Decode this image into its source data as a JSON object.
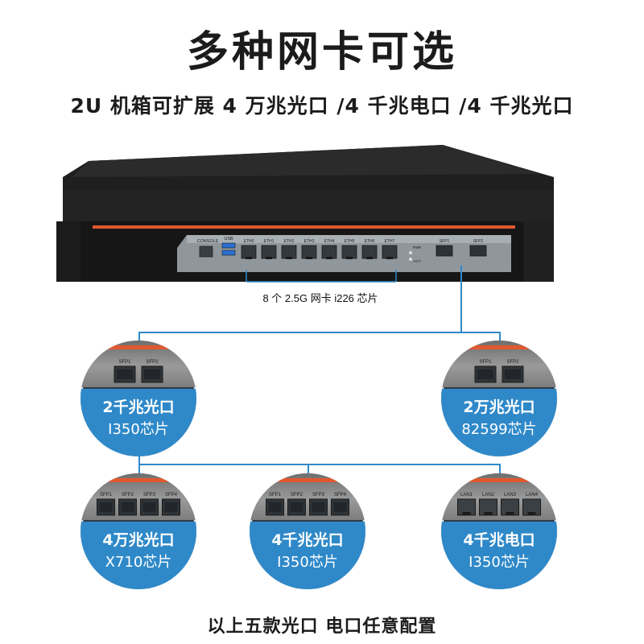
{
  "title": "多种网卡可选",
  "subtitle": "2U 机箱可扩展 4 万兆光口 /4 千兆电口 /4 千兆光口",
  "chip_note": "8 个 2.5G 网卡 i226 芯片",
  "footer": "以上五款光口 电口任意配置",
  "colors": {
    "accent_blue": "#2f89c9",
    "stripe_orange": "#e2582f",
    "chassis_dark": "#2a2a2a"
  },
  "front_panel": {
    "console": "CONSOLE",
    "usb": "USB",
    "eth_ports": [
      "ETH0",
      "ETH1",
      "ETH2",
      "ETH3",
      "ETH4",
      "ETH5",
      "ETH6",
      "ETH7"
    ],
    "pwr": "PWR",
    "act": "ACT",
    "sfp_ports": [
      "SFP1",
      "SFP2"
    ]
  },
  "modules": [
    {
      "line1": "2千兆光口",
      "line2": "I350芯片",
      "port_labels": [
        "SFP1",
        "SFP2"
      ],
      "port_type": "sfp"
    },
    {
      "line1": "2万兆光口",
      "line2": "82599芯片",
      "port_labels": [
        "SFP1",
        "SFP2"
      ],
      "port_type": "sfp"
    },
    {
      "line1": "4万兆光口",
      "line2": "X710芯片",
      "port_labels": [
        "SFP1",
        "SFP2",
        "SFP3",
        "SFP4"
      ],
      "port_type": "sfp"
    },
    {
      "line1": "4千兆光口",
      "line2": "I350芯片",
      "port_labels": [
        "SFP1",
        "SFP2",
        "SFP3",
        "SFP4"
      ],
      "port_type": "sfp"
    },
    {
      "line1": "4千兆电口",
      "line2": "I350芯片",
      "port_labels": [
        "LAN1",
        "LAN2",
        "LAN3",
        "LAN4"
      ],
      "port_type": "rj45"
    }
  ]
}
